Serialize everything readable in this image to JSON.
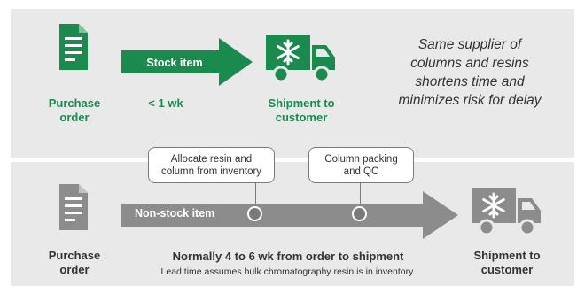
{
  "colors": {
    "accent_green": "#1a8a4f",
    "gray_icon": "#8c8c8c",
    "panel_bg": "#e9e9e9"
  },
  "stock": {
    "arrow_label": "Stock item",
    "lead_time": "< 1 wk",
    "purchase_label_1": "Purchase",
    "purchase_label_2": "order",
    "shipment_label_1": "Shipment to",
    "shipment_label_2": "customer",
    "note_lines": [
      "Same supplier of",
      "columns and resins",
      "shortens time and",
      "minimizes risk for delay"
    ]
  },
  "nonstock": {
    "arrow_label": "Non-stock item",
    "purchase_label_1": "Purchase",
    "purchase_label_2": "order",
    "shipment_label_1": "Shipment to",
    "shipment_label_2": "customer",
    "callout_1_line_1": "Allocate resin and",
    "callout_1_line_2": "column from inventory",
    "callout_2_line_1": "Column packing",
    "callout_2_line_2": "and QC",
    "lead_time": "Normally 4 to 6 wk from order to shipment",
    "footnote": "Lead time assumes bulk chromatography resin is in inventory."
  },
  "icons": [
    "document-icon",
    "truck-snowflake-icon"
  ]
}
